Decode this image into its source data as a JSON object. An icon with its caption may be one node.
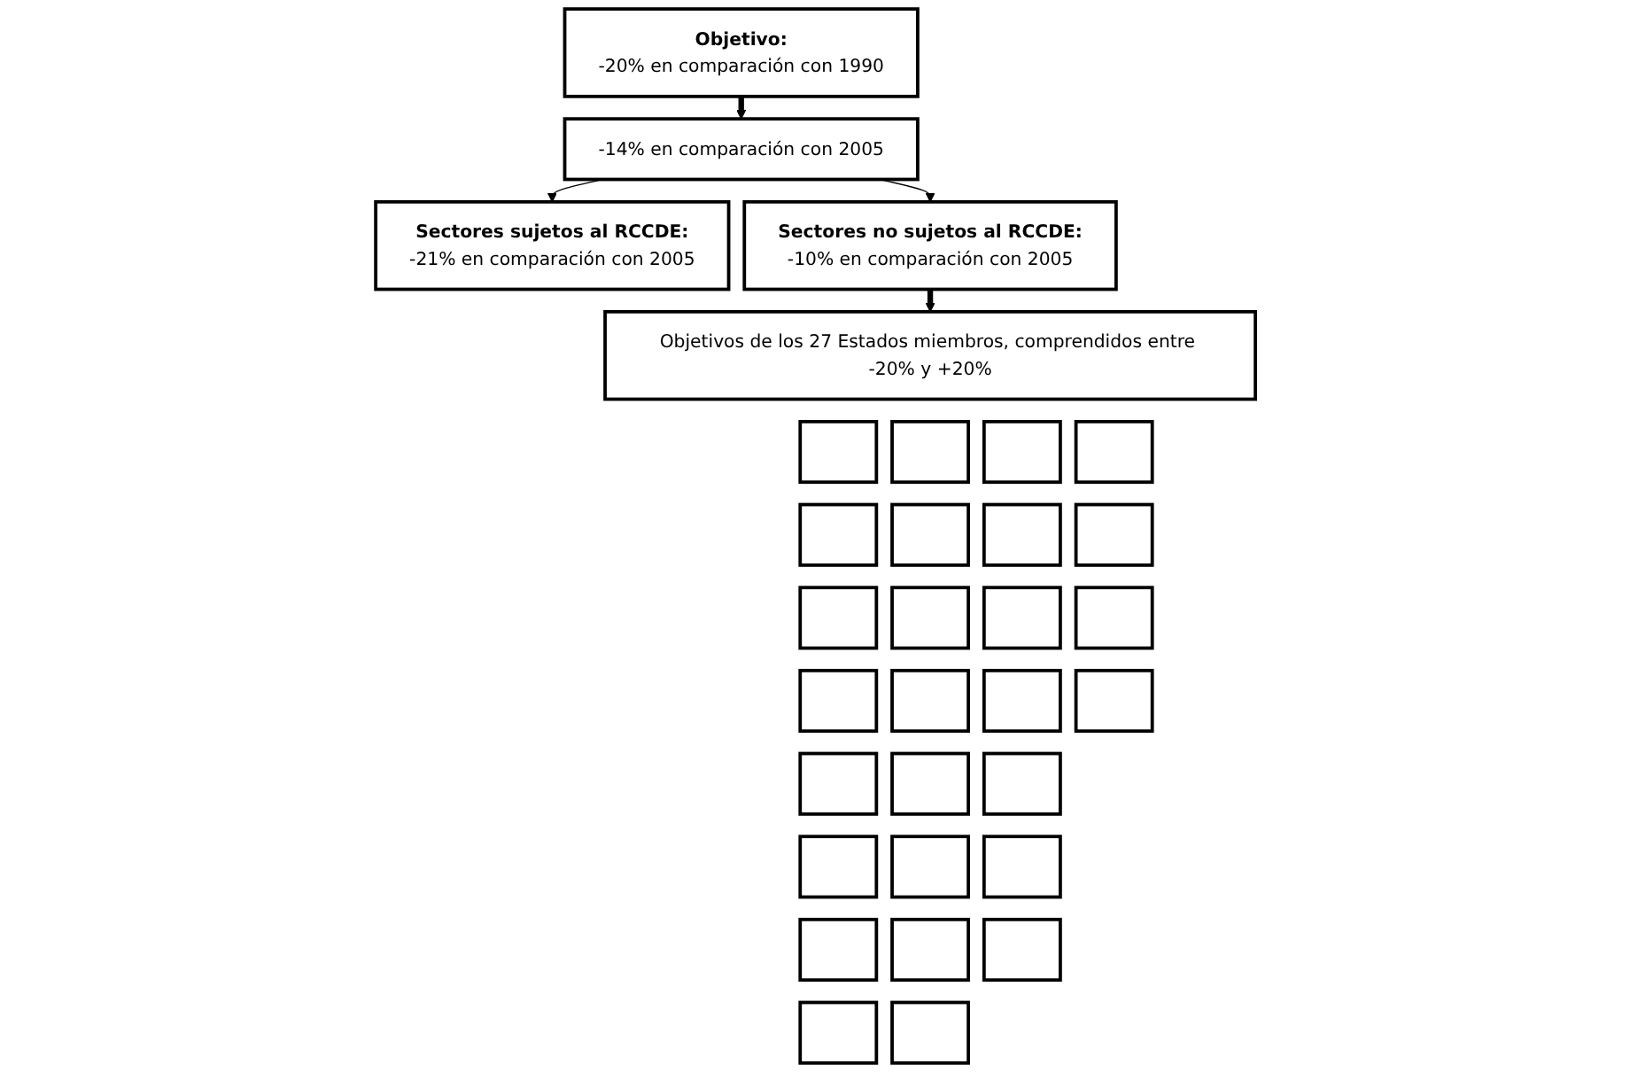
{
  "diagram": {
    "nodes": [
      {
        "text": [
          "Objetivo:",
          "-20% en comparación con 1990"
        ]
      },
      {
        "text": [
          "-14% en comparación con 2005"
        ]
      },
      {
        "text": [
          "Sectores sujetos al RCCDE:",
          "-21% en comparación con 2005"
        ]
      },
      {
        "text": [
          "Sectores no sujetos al RCCDE:",
          "-10% en comparación con 2005"
        ]
      },
      {
        "text": [
          "Objetivos de los 27 Estados miembros, comprendidos entre -20% y +20%"
        ]
      },
      {
        "text": [],
        "shape": "box"
      },
      {
        "text": [],
        "shape": "box"
      },
      {
        "text": [],
        "shape": "box"
      },
      {
        "text": [],
        "shape": "box"
      },
      {
        "text": [],
        "shape": "box"
      },
      {
        "text": [],
        "shape": "box"
      },
      {
        "text": [],
        "shape": "box"
      },
      {
        "text": [],
        "shape": "box"
      },
      {
        "text": [],
        "shape": "box"
      },
      {
        "text": [],
        "shape": "box"
      },
      {
        "text": [],
        "shape": "box"
      },
      {
        "text": [],
        "shape": "box"
      },
      {
        "text": [],
        "shape": "box"
      },
      {
        "text": [],
        "shape": "box"
      },
      {
        "text": [],
        "shape": "box"
      },
      {
        "text": [],
        "shape": "box"
      },
      {
        "text": [],
        "shape": "box"
      },
      {
        "text": [],
        "shape": "box"
      },
      {
        "text": [],
        "shape": "box"
      },
      {
        "text": [],
        "shape": "box"
      },
      {
        "text": [],
        "shape": "box"
      },
      {
        "text": [],
        "shape": "box"
      },
      {
        "text": [],
        "shape": "box"
      },
      {
        "text": [],
        "shape": "box"
      },
      {
        "text": [],
        "shape": "box"
      },
      {
        "text": [],
        "shape": "box"
      },
      {
        "text": [],
        "shape": "box"
      }
    ],
    "edges": [
      {
        "from": 0,
        "to": 1,
        "arrow": "to",
        "style": "thick"
      },
      {
        "from": 1,
        "to": 2,
        "arrow": "to"
      },
      {
        "from": 1,
        "to": 3,
        "arrow": "to"
      },
      {
        "from": 3,
        "to": 4,
        "arrow": "to",
        "style": "thick"
      }
    ]
  }
}
